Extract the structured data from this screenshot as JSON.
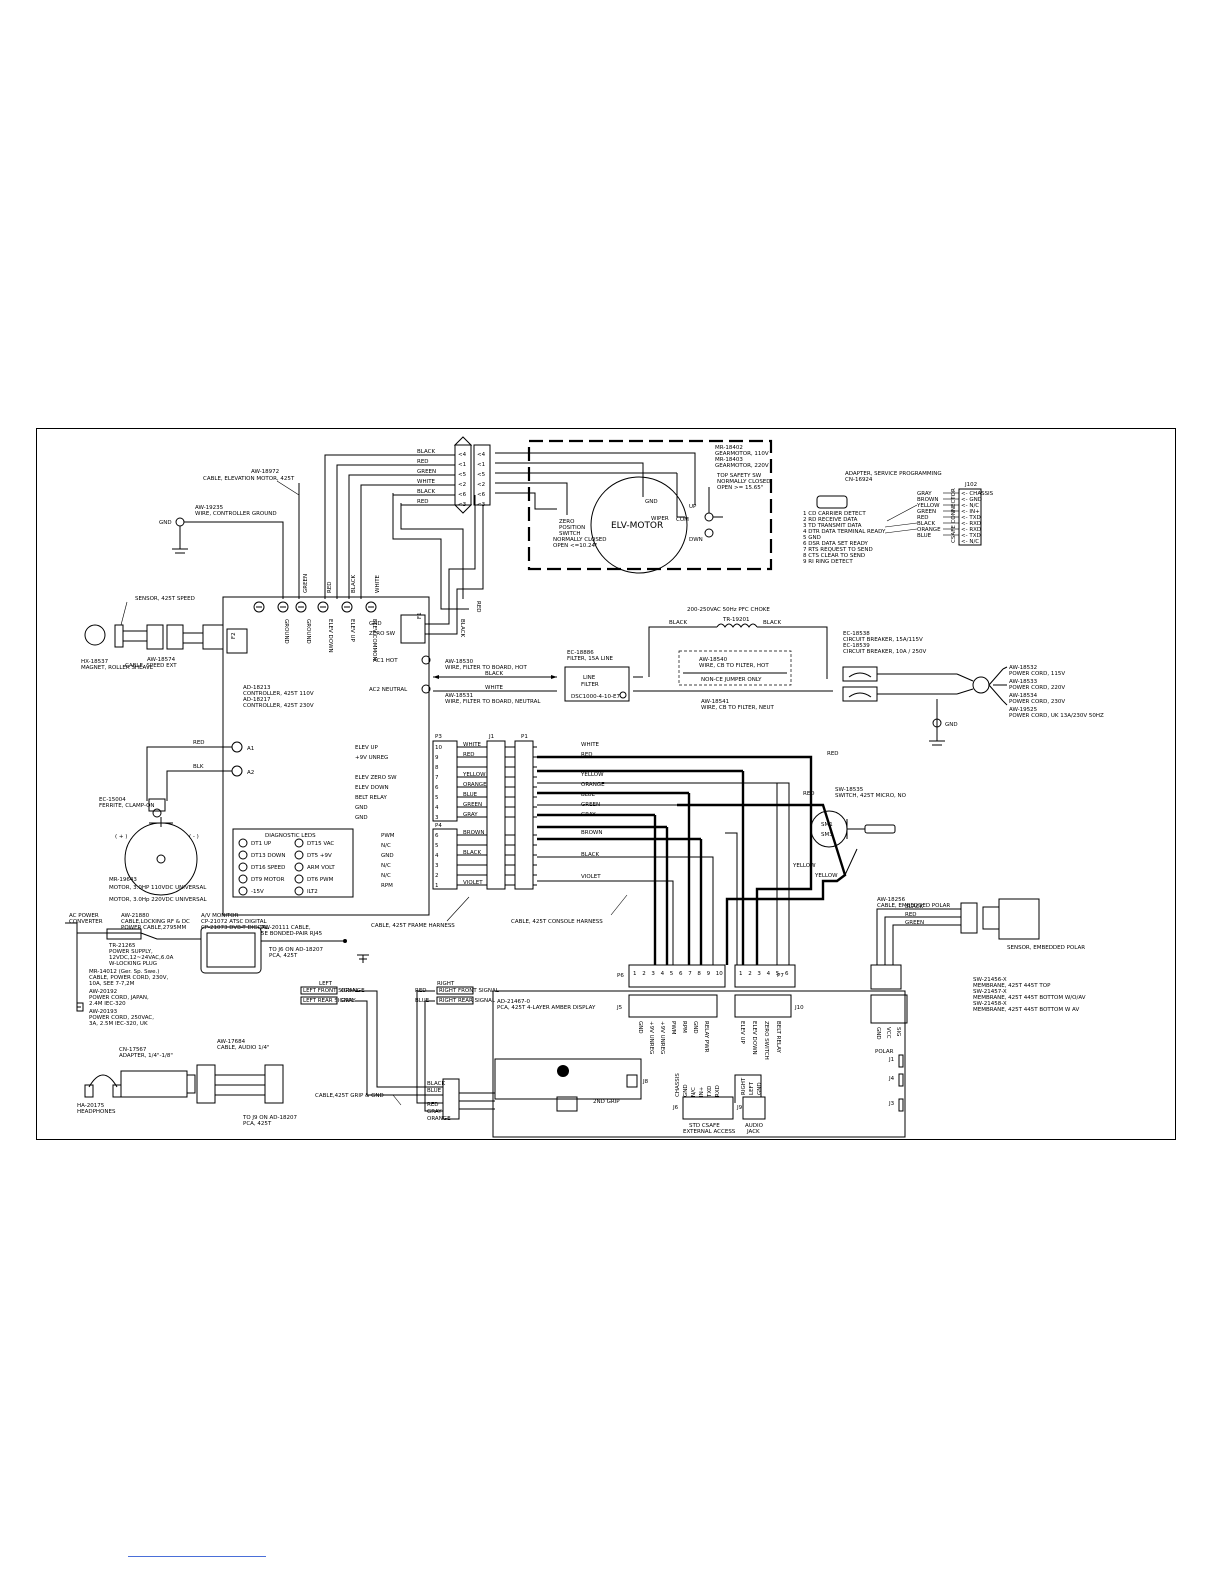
{
  "elevation_cable": {
    "part": "AW-18972",
    "desc": "CABLE, ELEVATION MOTOR, 425T",
    "wires": [
      "BLACK",
      "RED",
      "GREEN",
      "WHITE",
      "BLACK",
      "RED"
    ],
    "plug_pins": [
      "<4",
      "<1",
      "<5",
      "<2",
      "<6",
      "<3"
    ],
    "recept_pins": [
      "<4",
      "<1",
      "<5",
      "<2",
      "<6",
      "<3"
    ]
  },
  "gearmotor": {
    "lines": [
      "MR-18402",
      "GEARMOTOR, 110V",
      "MR-18403",
      "GEARMOTOR, 220V"
    ],
    "motor_label": "ELV-MOTOR",
    "gnd": "GND",
    "top_switch": [
      "TOP SAFETY SW",
      "NORMALLY CLOSED",
      "OPEN >= 15.65\""
    ],
    "zero_switch": [
      "ZERO",
      "POSITION",
      "SWITCH",
      "NORMALLY CLOSED",
      "OPEN <=10.24\""
    ],
    "up": "UP",
    "dwn": "DWN",
    "com": "COM",
    "wiper": "WIPER"
  },
  "adapter": {
    "lines": [
      "ADAPTER, SERVICE PROGRAMMING",
      "CN-16924"
    ],
    "db9": [
      "1  CD    CARRIER DETECT",
      "2  RD    RECEIVE DATA",
      "3  TD    TRANSMIT DATA",
      "4  DTR   DATA TERMINAL READY",
      "5  GND",
      "6  DSR  DATA SET READY",
      "7  RTS   REQUEST TO SEND",
      "8  CTS   CLEAR TO SEND",
      "9  RI    RING DETECT"
    ],
    "wire_colors": [
      "GRAY",
      "BROWN",
      "YELLOW",
      "GREEN",
      "RED",
      "BLACK",
      "ORANGE",
      "BLUE"
    ],
    "j102": "J102",
    "csafe_label": "CSAFE CONNECTOR",
    "j102_pins": [
      "<- CHASSIS",
      "<- GND",
      "<- N/C",
      "<- IN+",
      "<- TXD",
      "<- RXD",
      "<- RXD",
      "<- TXD",
      "<- N/C"
    ]
  },
  "ground_wire": {
    "part": "AW-19235",
    "desc": "WIRE, CONTROLLER GROUND",
    "gnd": "GND"
  },
  "speed_sensor": {
    "sensor": "SENSOR, 425T SPEED",
    "magnet_part": "HX-18537",
    "magnet": "MAGNET, ROLLER SHEAVE",
    "cable_part": "AW-18574",
    "cable": "CABLE, SPEED EXT"
  },
  "controller": {
    "lines": [
      "AD-18213",
      "CONTROLLER, 425T 110V",
      "AD-18217",
      "CONTROLLER, 425T 230V"
    ],
    "top_terminals": [
      "GROUND",
      "GROUND",
      "ELEV DOWN",
      "ELEV UP",
      "ELEV COMMON"
    ],
    "top_colors": [
      "GREEN",
      "RED",
      "BLACK",
      "WHITE"
    ],
    "f1": "F1",
    "f2": "F2",
    "zero_sw": [
      "GND",
      "ZERO SW"
    ],
    "ac1": "AC1 HOT",
    "ac2": "AC2 NEUTRAL",
    "a1": "A1",
    "a2": "A2",
    "p3_labels": [
      "ELEV UP",
      "+9V UNREG",
      "",
      "ELEV ZERO SW",
      "ELEV DOWN",
      "BELT RELAY",
      "GND",
      "GND"
    ],
    "p4_labels": [
      "PWM",
      "N/C",
      "GND",
      "N/C",
      "N/C",
      "RPM"
    ],
    "diag_title": "DIAGNOSTIC LEDS",
    "leds_left": [
      "DT1 UP",
      "DT13 DOWN",
      "DT16 SPEED",
      "DT9 MOTOR",
      "-15V"
    ],
    "leds_right": [
      "DT15 VAC",
      "DT5 +9V",
      "ARM VOLT",
      "DT6 PWM",
      "ILT2"
    ]
  },
  "wire_to_board": {
    "hot_part": "AW-18530",
    "hot_desc": "WIRE, FILTER TO BOARD, HOT",
    "hot_color": "BLACK",
    "neut_part": "AW-18531",
    "neut_desc": "WIRE, FILTER TO BOARD, NEUTRAL",
    "neut_color": "WHITE"
  },
  "filter": {
    "part": "EC-18886",
    "desc": "FILTER, 15A LINE",
    "box": [
      "LINE",
      "FILTER"
    ],
    "model": "DSC1000-4-10-E7"
  },
  "choke": {
    "title": "200-250VAC 50Hz PFC CHOKE",
    "part": "TR-19201",
    "left_color": "BLACK",
    "right_color": "BLACK"
  },
  "jumper": {
    "part": "AW-18540",
    "desc": "WIRE, CB TO FILTER, HOT",
    "note": "NON-CE JUMPER ONLY",
    "neut_part": "AW-18541",
    "neut_desc": "WIRE, CB TO FILTER, NEUT"
  },
  "breaker": {
    "lines": [
      "EC-18538",
      "CIRCUIT BREAKER, 15A/115V",
      "EC-18539",
      "CIRCUIT BREAKER, 10A / 250V"
    ]
  },
  "power_cords": {
    "lines": [
      "AW-18532",
      "POWER CORD, 115V",
      "AW-18533",
      "POWER CORD, 220V",
      "AW-18534",
      "POWER CORD, 230V",
      "AW-19525",
      "POWER CORD, UK 13A/230V 50HZ"
    ],
    "gnd": "GND"
  },
  "motor": {
    "ferrite_part": "EC-15004",
    "ferrite": "FERRITE, CLAMP-ON",
    "red": "RED",
    "blk": "BLK",
    "plus": "( + )",
    "minus": "( - )",
    "lines": [
      "MR-19643",
      "MOTOR, 3.0HP 110VDC UNIVERSAL",
      "MOTOR, 3.0Hp 220VDC UNIVERSAL"
    ]
  },
  "harness": {
    "p3": "P3",
    "p4": "P4",
    "j1": "J1",
    "p1": "P1",
    "frame_label": "CABLE, 425T FRAME HARNESS",
    "console_label": "CABLE, 425T CONSOLE HARNESS",
    "p3_colors": [
      "WHITE",
      "RED",
      "",
      "YELLOW",
      "ORANGE",
      "BLUE",
      "GREEN",
      "GRAY"
    ],
    "p4_colors": [
      "BROWN",
      "",
      "BLACK",
      "",
      "",
      "VIOLET"
    ],
    "p3_pins": [
      "10",
      "9",
      "8",
      "7",
      "6",
      "5",
      "4",
      "3"
    ],
    "p4_pins": [
      "6",
      "5",
      "4",
      "3",
      "2",
      "1"
    ],
    "console_colors": [
      "WHITE",
      "RED",
      "",
      "YELLOW",
      "ORANGE",
      "BLUE",
      "GREEN",
      "GRAY",
      "BROWN",
      "BLACK",
      "VIOLET"
    ]
  },
  "micro_switch": {
    "part": "SW-18535",
    "desc": "SWITCH, 425T MICRO, NO",
    "red": "RED",
    "red2": "RED",
    "yellow": "YELLOW",
    "yellow2": "YELLOW",
    "sm1": "SM1",
    "sm3": "SM3"
  },
  "polar": {
    "part": "AW-18256",
    "desc": "CABLE, EMBEDDED POLAR",
    "colors": [
      "BLACK",
      "RED",
      "GREEN"
    ],
    "sensor": "SENSOR, EMBEDDED POLAR",
    "connector": "POLAR",
    "pins": [
      "GND",
      "VCC",
      "SIG"
    ]
  },
  "membrane": {
    "lines": [
      "SW-21456-X",
      "MEMBRANE, 425T 445T TOP",
      "SW-21457-X",
      "MEMBRANE, 425T 445T BOTTOM W/O/AV",
      "SW-21458-X",
      "MEMBRANE, 425T 445T BOTTOM W AV"
    ]
  },
  "ac_power": {
    "converter": [
      "AC POWER",
      "CONVERTER"
    ],
    "cable_lines": [
      "AW-21880",
      "CABLE,LOCKING RF & DC",
      "POWER CABLE,2795MM"
    ],
    "monitor": [
      "A/V MONITOR",
      "CP-21072 ATSC DIGITAL",
      "CP-21073 DVB-T DIGITAL"
    ],
    "supply": [
      "TR-21265",
      "POWER SUPPLY,",
      "12VDC,12~24VAC,6.0A",
      "W-LOCKING PLUG"
    ],
    "cords": [
      "MR-14012 (Ger. Sp. Swe.)",
      "CABLE, POWER CORD, 230V,",
      "10A, SEE 7-7,2M",
      "AW-20192",
      "POWER CORD, JAPAN,",
      "2.4M IEC-320",
      "AW-20193",
      "POWER CORD, 250VAC,",
      "3A, 2.5M IEC-320, UK"
    ],
    "cat_cable": [
      "AW-20111 CABLE,",
      "5E BONDED-PAIR RJ45"
    ],
    "cat_to": [
      "TO J6 ON AD-18207",
      "PCA, 425T"
    ]
  },
  "display": {
    "lines": [
      "AD-21467-0",
      "PCA, 425T 4-LAYER AMBER DISPLAY"
    ],
    "p6": "P6",
    "p7": "P7",
    "j5": "J5",
    "j10": "J10",
    "j1": "J1",
    "j3": "J3",
    "j4": "J4",
    "j8": "J8",
    "j6": "J6",
    "j9": "J9",
    "p6_pins": [
      "1",
      "2",
      "3",
      "4",
      "5",
      "6",
      "7",
      "8",
      "9",
      "10"
    ],
    "p7_pins": [
      "1",
      "2",
      "3",
      "4",
      "5",
      "6"
    ],
    "j5_labels": [
      "GND",
      "+9V UNREG",
      "+9V UNREG",
      "PWM",
      "RPM",
      "GND",
      "RELAY PWR"
    ],
    "j10_labels": [
      "ELEV UP",
      "ELEV DOWN",
      "ZERO SWITCH",
      "BELT RELAY"
    ],
    "csafe_labels": [
      "CHASSIS",
      "GND",
      "N/C",
      "IN+",
      "TXD",
      "RXD"
    ],
    "audio_labels": [
      "RIGHT",
      "LEFT",
      "GND"
    ],
    "grip": "2ND GRIP",
    "csafe_caption": [
      "STD CSAFE",
      "EXTERNAL ACCESS"
    ],
    "audio_caption": [
      "AUDIO",
      "JACK"
    ]
  },
  "grip": {
    "left": "LEFT",
    "right": "RIGHT",
    "left_pads": [
      "LEFT FRONT SIGNAL",
      "LEFT REAR SIGNAL"
    ],
    "right_pads": [
      "RIGHT FRONT SIGNAL",
      "RIGHT REAR SIGNAL"
    ],
    "left_colors": [
      "ORANGE",
      "GRAY"
    ],
    "right_colors": [
      "RED",
      "BLUE"
    ],
    "cable": "CABLE,425T GRIP & GND",
    "conn_colors": [
      "BLACK",
      "BLUE",
      "",
      "RED",
      "GRAY",
      "ORANGE"
    ]
  },
  "audio": {
    "adapter_part": "CN-17567",
    "adapter": "ADAPTER, 1/4\"-1/8\"",
    "cable_part": "AW-17684",
    "cable": "CABLE, AUDIO 1/4\"",
    "headphones_part": "HA-20175",
    "headphones": "HEADPHONES",
    "to": [
      "TO J9 ON AD-18207",
      "PCA, 425T"
    ]
  }
}
